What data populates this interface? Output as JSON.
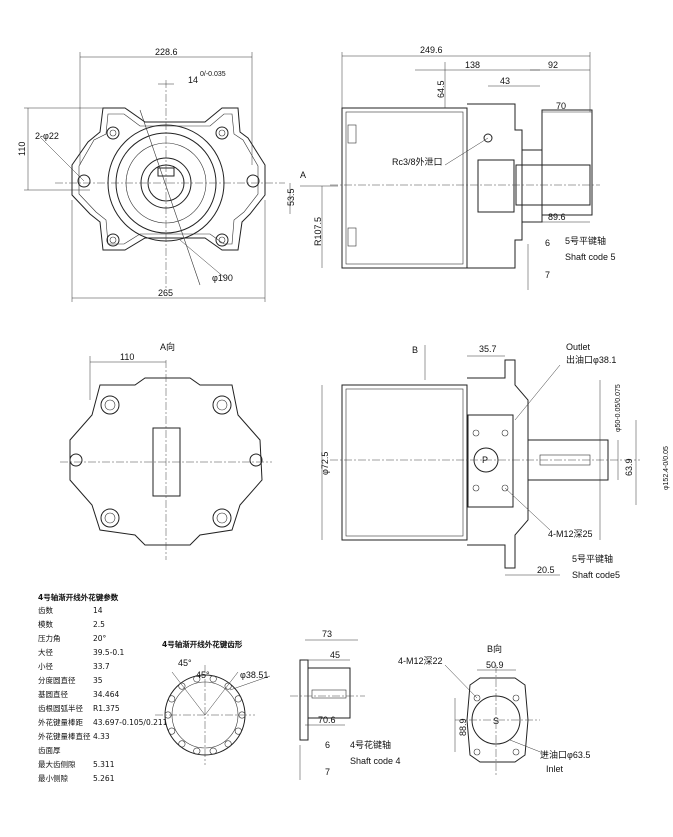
{
  "views": {
    "front": {
      "dim_width": "228.6",
      "dim_key": "14",
      "dim_key_tol": "0/-0.035",
      "dim_height": "110",
      "holes": "2-φ22",
      "dim_bore": "φ190",
      "dim_offset": "53.5",
      "dim_total": "265"
    },
    "side": {
      "dim_length": "249.6",
      "dim_body": "138",
      "dim_flange": "43",
      "dim_shaft": "92",
      "dim_port_h": "64.5",
      "dim_shaft_seg": "70",
      "port_label": "Rc3/8外泄口",
      "section_marker": "A",
      "dim_radius": "R107.5",
      "dim_shaft_len": "89.6",
      "dim_c": "6",
      "dim_d": "7",
      "shaft_cn": "5号平键轴",
      "shaft_en": "Shaft code 5"
    },
    "a_view": {
      "title": "A向",
      "dim_110": "110"
    },
    "b_side": {
      "marker": "B",
      "dim_35": "35.7",
      "outlet_en": "Outlet",
      "outlet_cn": "出油口φ38.1",
      "dim_50": "φ50-0.05/0.075",
      "dim_63": "63.9",
      "dim_152": "φ152.4-0/0.05",
      "dim_dia": "φ72.5",
      "bolts": "4-M12深25",
      "port_p": "P",
      "shaft_cn": "5号平键轴",
      "shaft_en": "Shaft code5",
      "dim_20": "20.5"
    },
    "spline": {
      "title": "4号轴渐开线外花键参数",
      "rows": [
        {
          "k": "齿数",
          "v": "14"
        },
        {
          "k": "模数",
          "v": "2.5"
        },
        {
          "k": "压力角",
          "v": "20°"
        },
        {
          "k": "大径",
          "v": "39.5-0.1"
        },
        {
          "k": "小径",
          "v": "33.7"
        },
        {
          "k": "分度圆直径",
          "v": "35"
        },
        {
          "k": "基圆直径",
          "v": "34.464"
        },
        {
          "k": "齿根圆弧半径",
          "v": "R1.375"
        },
        {
          "k": "外花键量棒距",
          "v": "43.697-0.105/0.211"
        },
        {
          "k": "外花键量棒直径",
          "v": "4.33"
        },
        {
          "k": "齿面厚",
          "v": ""
        },
        {
          "k": "最大齿侧隙",
          "v": "5.311"
        },
        {
          "k": "最小侧隙",
          "v": "5.261"
        }
      ]
    },
    "spline_view": {
      "title": "4号轴渐开线外花键齿形",
      "angle1": "45°",
      "angle2": "45°",
      "dim_od": "φ38.51"
    },
    "shaft4": {
      "dim_73": "73",
      "dim_45": "45",
      "dim_70": "70.6",
      "dim_6": "6",
      "dim_7": "7",
      "shaft_cn": "4号花键轴",
      "shaft_en": "Shaft code 4"
    },
    "b_view": {
      "title": "B向",
      "bolts": "4-M12深22",
      "dim_50": "50.9",
      "dim_88": "88.9",
      "port_s": "S",
      "inlet_cn": "进油口φ63.5",
      "inlet_en": "Inlet"
    }
  }
}
